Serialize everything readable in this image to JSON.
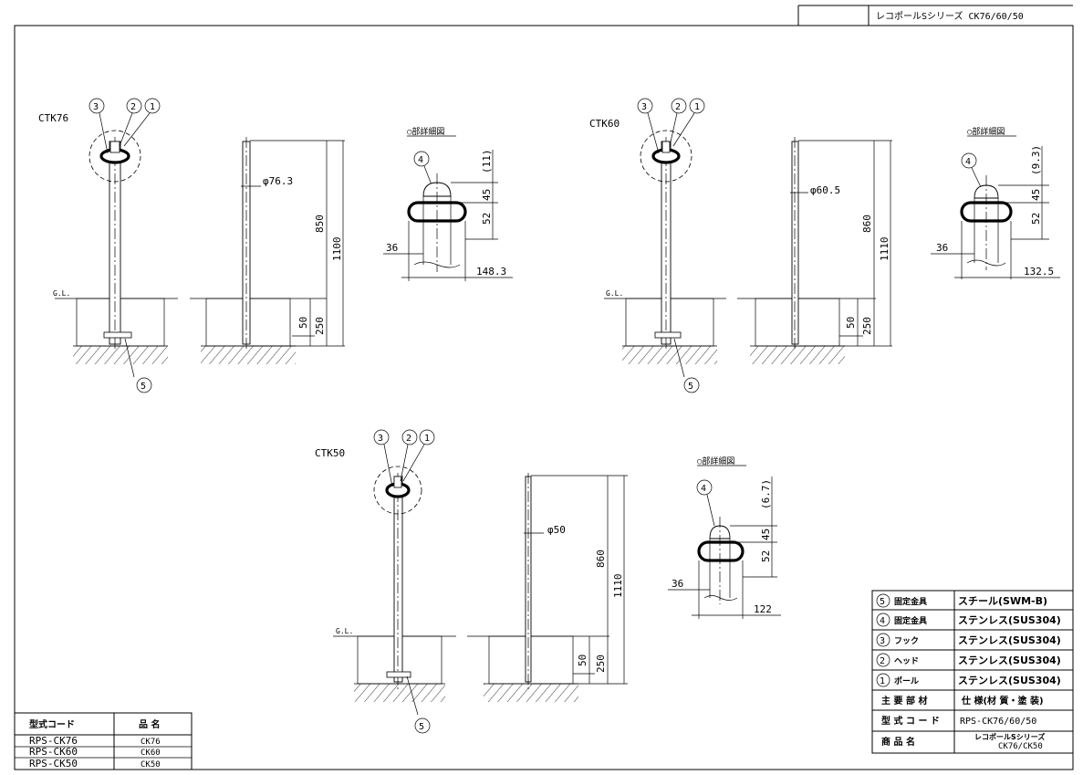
{
  "title_block": {
    "series": "レコポールSシリーズ CK76/60/50"
  },
  "detail_label": "○部詳細図",
  "ground_label": "G.L.",
  "models": [
    {
      "name": "CTK76",
      "diameter": "φ76.3",
      "height_above": "850",
      "total": "1100",
      "depth": "250",
      "base": "50",
      "hook_h": "(11)",
      "head_h": "45",
      "ring_h": "52",
      "gap": "36",
      "width": "148.3"
    },
    {
      "name": "CTK60",
      "diameter": "φ60.5",
      "height_above": "860",
      "total": "1110",
      "depth": "250",
      "base": "50",
      "hook_h": "(9.3)",
      "head_h": "45",
      "ring_h": "52",
      "gap": "36",
      "width": "132.5"
    },
    {
      "name": "CTK50",
      "diameter": "φ50",
      "height_above": "860",
      "total": "1110",
      "depth": "250",
      "base": "50",
      "hook_h": "(6.7)",
      "head_h": "45",
      "ring_h": "52",
      "gap": "36",
      "width": "122"
    }
  ],
  "part_numbers": {
    "n1": "1",
    "n2": "2",
    "n3": "3",
    "n4": "4",
    "n5": "5"
  },
  "parts_table": {
    "rows": [
      {
        "num": "5",
        "part": "固定金具",
        "material": "スチール(SWM-B)"
      },
      {
        "num": "4",
        "part": "固定金具",
        "material": "ステンレス(SUS304)"
      },
      {
        "num": "3",
        "part": "フック",
        "material": "ステンレス(SUS304)"
      },
      {
        "num": "2",
        "part": "ヘッド",
        "material": "ステンレス(SUS304)"
      },
      {
        "num": "1",
        "part": "ポール",
        "material": "ステンレス(SUS304)"
      }
    ],
    "main_label": "主 要 部 材",
    "main_value": "仕 様(材 質・塗 装)",
    "code_label": "型 式 コ ー ド",
    "code_value": "RPS-CK76/60/50",
    "name_label": "商 品 名",
    "name_value_1": "レコポールSシリーズ",
    "name_value_2": "CK76/CK50"
  },
  "code_table": {
    "header_code": "型式コード",
    "header_name": "品 名",
    "rows": [
      {
        "code": "RPS-CK76",
        "name": "CK76"
      },
      {
        "code": "RPS-CK60",
        "name": "CK60"
      },
      {
        "code": "RPS-CK50",
        "name": "CK50"
      }
    ]
  }
}
